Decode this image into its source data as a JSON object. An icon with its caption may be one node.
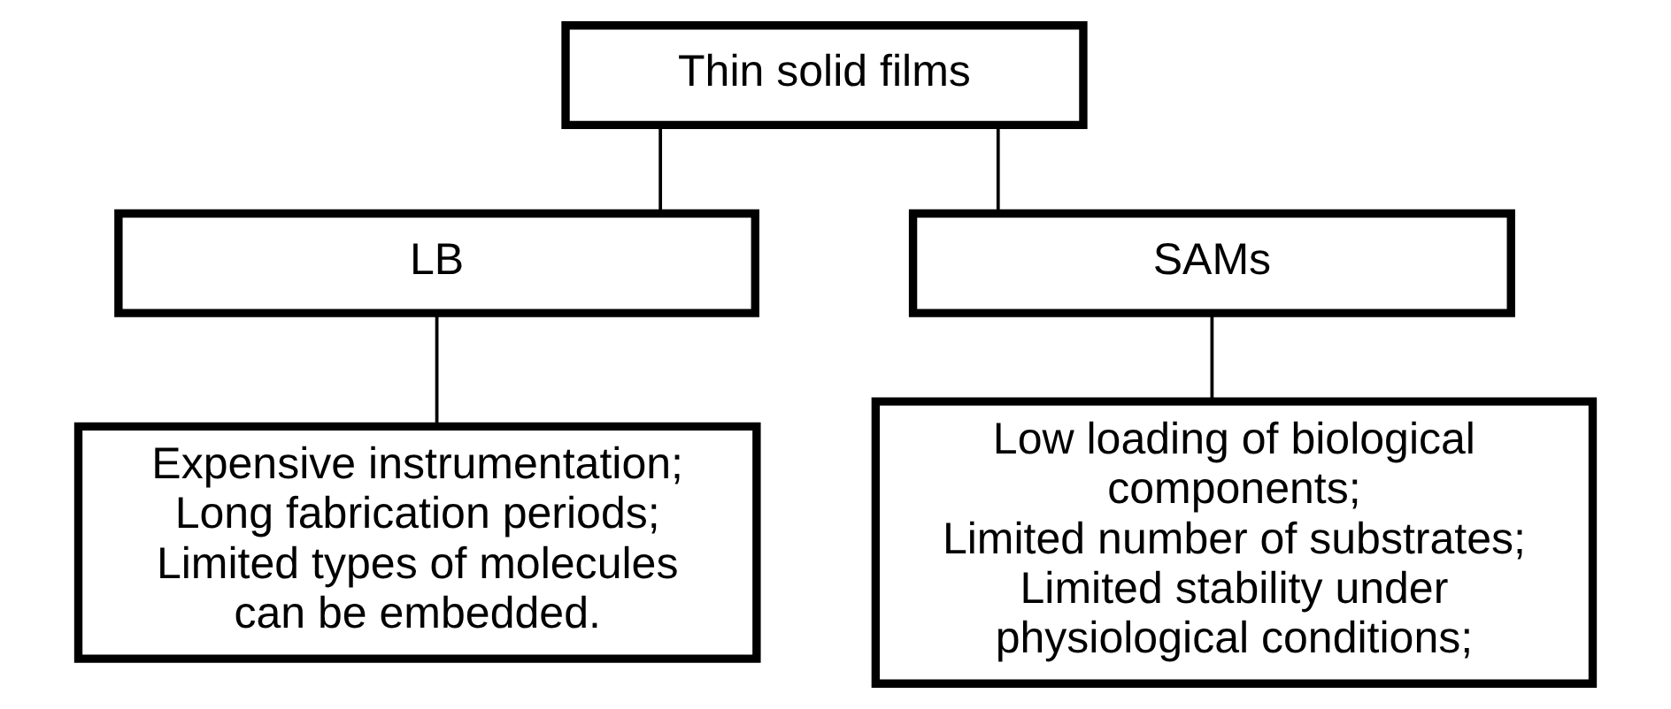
{
  "diagram": {
    "nodes": [
      {
        "text": [
          "Thin solid films"
        ]
      },
      {
        "text": [
          "LB"
        ]
      },
      {
        "text": [
          "SAMs"
        ]
      },
      {
        "text": [
          "Expensive instrumentation;",
          "Long fabrication periods;",
          "Limited types of molecules can be embedded."
        ]
      },
      {
        "text": [
          "Low loading of biological components;",
          "Limited number of substrates;",
          "Limited stability under physiological conditions;"
        ]
      }
    ],
    "edges": [
      {
        "from": 0,
        "to": 1,
        "arrow": "none"
      },
      {
        "from": 0,
        "to": 2,
        "arrow": "none"
      },
      {
        "from": 1,
        "to": 3,
        "arrow": "none"
      },
      {
        "from": 2,
        "to": 4,
        "arrow": "none"
      }
    ]
  }
}
